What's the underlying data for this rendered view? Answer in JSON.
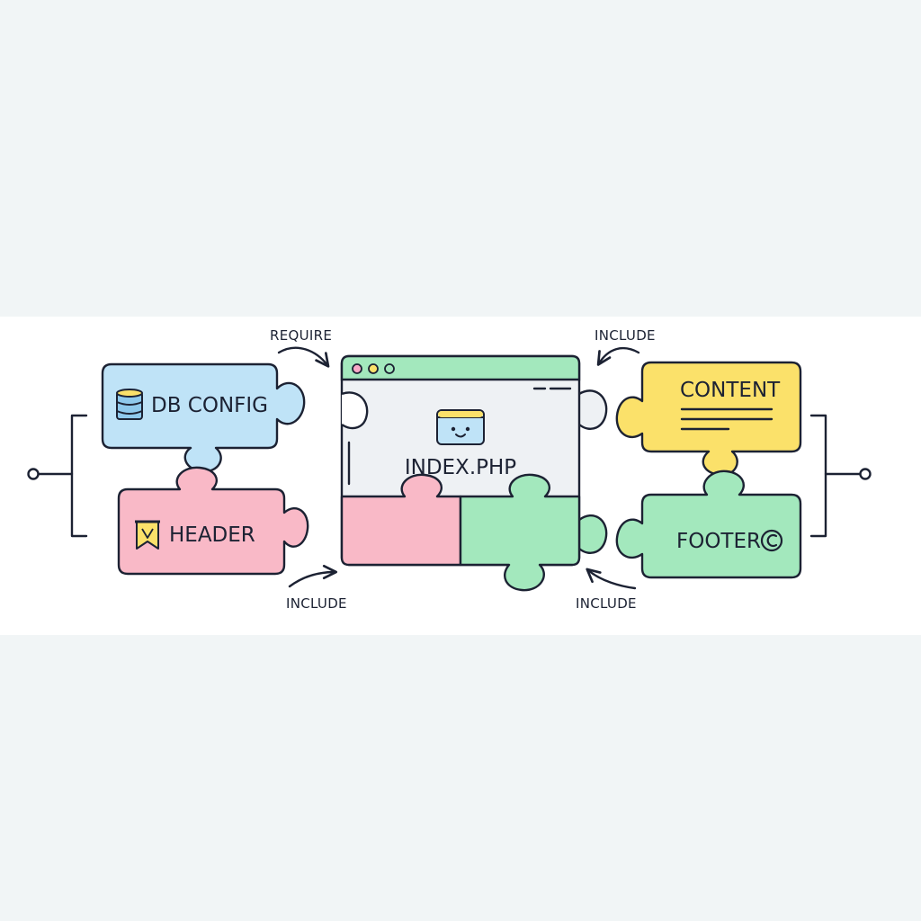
{
  "colors": {
    "background": "#f1f5f6",
    "band": "#ffffff",
    "ink": "#1c2233",
    "blue": "#bfe3f7",
    "pink": "#f9b9c7",
    "green": "#a3e8bd",
    "yellow": "#fbe16a",
    "panel": "#eef1f4"
  },
  "connectors": {
    "require": "REQUIRE",
    "include_header": "INCLUDE",
    "include_content": "INCLUDE",
    "include_footer": "INCLUDE"
  },
  "pieces": {
    "db_config": {
      "label": "DB CONFIG",
      "icon": "database-icon"
    },
    "header": {
      "label": "HEADER",
      "icon": "bookmark-icon"
    },
    "content": {
      "label": "CONTENT",
      "icon": "text-lines-icon"
    },
    "footer": {
      "label": "FOOTER",
      "icon": "copyright-icon"
    }
  },
  "main": {
    "label": "INDEX.PHP",
    "icon": "smiley-window-icon"
  }
}
